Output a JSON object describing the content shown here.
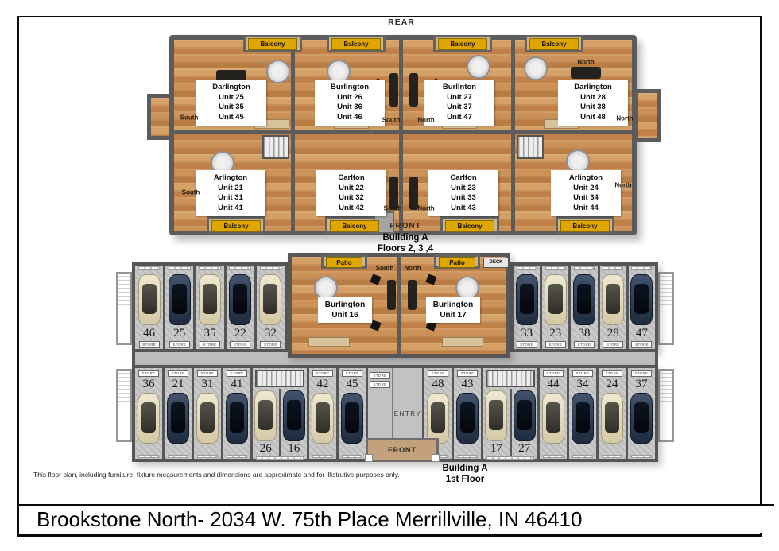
{
  "page": {
    "title": "Brookstone North- 2034 W. 75th Place Merrillville, IN 46410",
    "disclaimer": "This floor plan, including furniture, fixture measurements and dimensions are approximate and for illistrutive purposes only."
  },
  "labels": {
    "rear": "REAR",
    "front": "FRONT",
    "entry": "ENTRY",
    "deck": "DECK",
    "patio": "Patio",
    "balcony": "Balcony",
    "store": "STORE",
    "south": "South",
    "north": "North"
  },
  "upper_plan": {
    "caption": {
      "line1": "Building A",
      "line2": "Floors 2, 3 ,4"
    },
    "units_top": [
      {
        "name": "Darlington",
        "line1": "Unit 25",
        "line2": "Unit 35",
        "line3": "Unit 45"
      },
      {
        "name": "Burlington",
        "line1": "Unit 26",
        "line2": "Unit 36",
        "line3": "Unit 46"
      },
      {
        "name": "Burlinton",
        "line1": "Unit 27",
        "line2": "Unit 37",
        "line3": "Unit 47"
      },
      {
        "name": "Darlington",
        "line1": "Unit 28",
        "line2": "Unit 38",
        "line3": "Unit 48"
      }
    ],
    "units_bottom": [
      {
        "name": "Arlington",
        "line1": "Unit 21",
        "line2": "Unit 31",
        "line3": "Unit 41"
      },
      {
        "name": "Carlton",
        "line1": "Unit 22",
        "line2": "Unit 32",
        "line3": "Unit 42"
      },
      {
        "name": "Carlton",
        "line1": "Unit 23",
        "line2": "Unit 33",
        "line3": "Unit 43"
      },
      {
        "name": "Arlington",
        "line1": "Unit 24",
        "line2": "Unit 34",
        "line3": "Unit 44"
      }
    ]
  },
  "lower_plan": {
    "caption": {
      "line1": "Building A",
      "line2": "1st Floor"
    },
    "center_units": [
      {
        "name": "Burlington",
        "unit": "Unit 16"
      },
      {
        "name": "Burlington",
        "unit": "Unit 17"
      }
    ],
    "garages_top_left": [
      {
        "number": "46",
        "car": "cream"
      },
      {
        "number": "25",
        "car": "navy"
      },
      {
        "number": "35",
        "car": "cream"
      },
      {
        "number": "22",
        "car": "navy"
      },
      {
        "number": "32",
        "car": "cream"
      }
    ],
    "garages_top_right": [
      {
        "number": "33",
        "car": "navy"
      },
      {
        "number": "23",
        "car": "cream"
      },
      {
        "number": "38",
        "car": "navy"
      },
      {
        "number": "28",
        "car": "cream"
      },
      {
        "number": "47",
        "car": "navy"
      }
    ],
    "garages_bottom": [
      {
        "number": "36",
        "car": "cream"
      },
      {
        "number": "21",
        "car": "navy"
      },
      {
        "number": "31",
        "car": "cream"
      },
      {
        "number": "41",
        "car": "navy"
      },
      {
        "number": "26",
        "car": "cream"
      },
      {
        "number": "16",
        "car": "navy"
      },
      {
        "number": "42",
        "car": "cream"
      },
      {
        "number": "45",
        "car": "navy"
      },
      {
        "number": "48",
        "car": "cream"
      },
      {
        "number": "43",
        "car": "navy"
      },
      {
        "number": "17",
        "car": "cream"
      },
      {
        "number": "27",
        "car": "navy"
      },
      {
        "number": "44",
        "car": "cream"
      },
      {
        "number": "34",
        "car": "navy"
      },
      {
        "number": "24",
        "car": "cream"
      },
      {
        "number": "37",
        "car": "navy"
      }
    ]
  },
  "colors": {
    "balcony_chip": "#e0a600",
    "wood_floor": "#c98f54",
    "wall_gray": "#5c5c5c",
    "concrete_gray": "#c7c7c7",
    "car_cream": "#e6ddc2",
    "car_navy": "#2b3a52"
  }
}
